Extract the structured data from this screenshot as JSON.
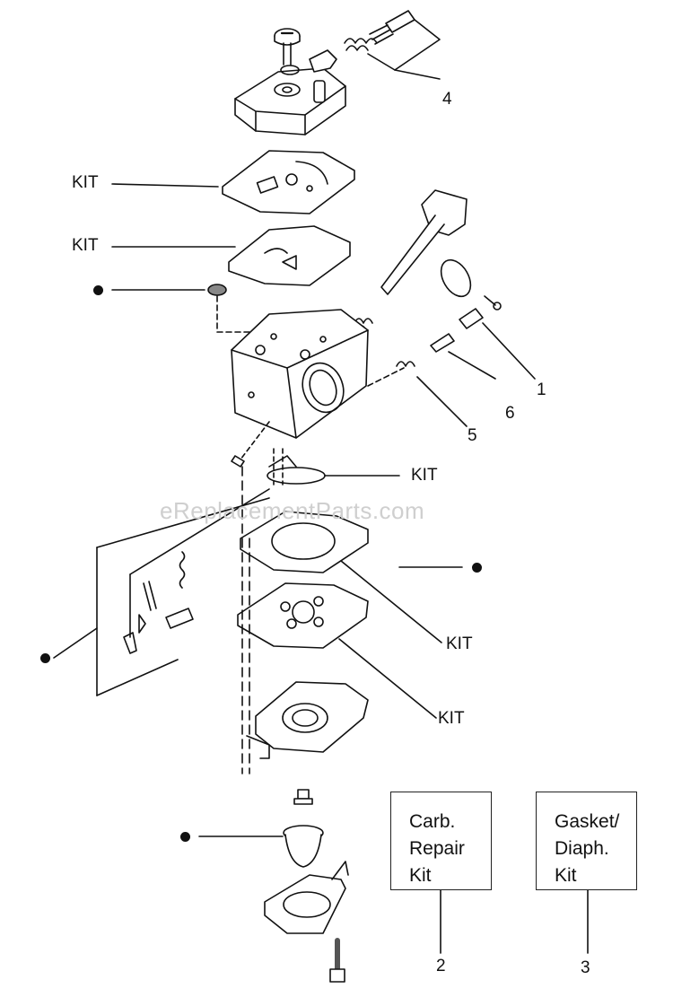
{
  "labels": {
    "callout_4": "4",
    "kit_1": "KIT",
    "kit_2": "KIT",
    "callout_1": "1",
    "callout_6": "6",
    "callout_5": "5",
    "kit_3": "KIT",
    "kit_4": "KIT",
    "kit_5": "KIT",
    "callout_2": "2",
    "callout_3": "3"
  },
  "boxes": {
    "carb_repair_kit": [
      "Carb.",
      "Repair",
      "Kit"
    ],
    "gasket_diaph_kit": [
      "Gasket/",
      "Diaph.",
      "Kit"
    ]
  },
  "watermark": "eReplacementParts.com",
  "bullet_symbol": "●"
}
